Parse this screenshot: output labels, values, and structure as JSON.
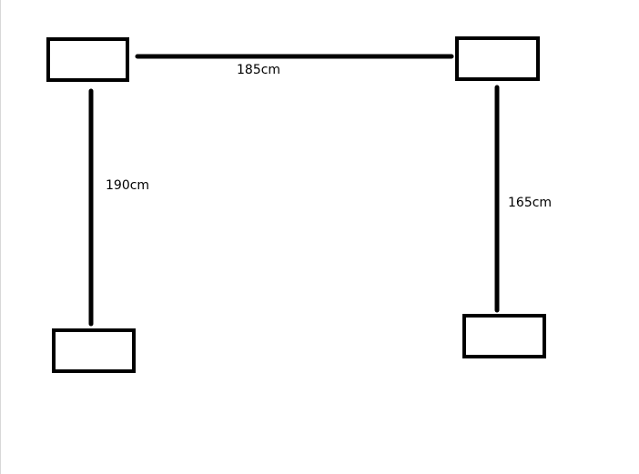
{
  "diagram": {
    "nodes": [
      "top-left",
      "top-right",
      "bottom-left",
      "bottom-right"
    ],
    "edges": [
      {
        "id": "top",
        "from": "top-left",
        "to": "top-right",
        "label": "185cm"
      },
      {
        "id": "left",
        "from": "top-left",
        "to": "bottom-left",
        "label": "190cm"
      },
      {
        "id": "right",
        "from": "top-right",
        "to": "bottom-right",
        "label": "165cm"
      }
    ]
  }
}
